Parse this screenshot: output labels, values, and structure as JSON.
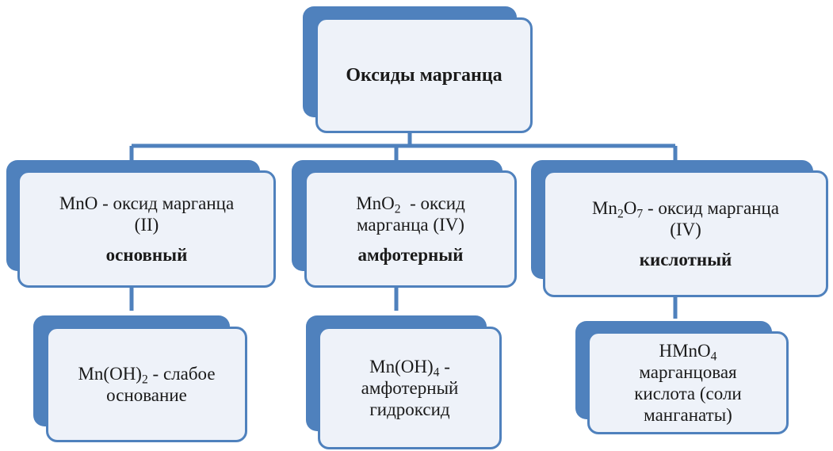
{
  "diagram": {
    "root": {
      "title": "Оксиды марганца"
    },
    "oxides": [
      {
        "formula": {
          "pre": "MnO",
          "sub1": "",
          "mid": "",
          "sub2": "",
          "post": ""
        },
        "desc1": " - оксид марганца",
        "desc2": "(II)",
        "property": "основный",
        "child": {
          "formula": {
            "pre": "Mn(OH)",
            "sub1": "2",
            "post": " - слабое"
          },
          "desc2": "основание",
          "desc3": ""
        }
      },
      {
        "formula": {
          "pre": "MnO",
          "sub1": "2",
          "mid": "",
          "sub2": "",
          "post": ""
        },
        "desc1": "  - оксид",
        "desc2": "марганца (IV)",
        "property": "амфотерный",
        "child": {
          "formula": {
            "pre": "Mn(OH)",
            "sub1": "4",
            "post": " -"
          },
          "desc2": "амфотерный",
          "desc3": "гидроксид"
        }
      },
      {
        "formula": {
          "pre": "Mn",
          "sub1": "2",
          "mid": "O",
          "sub2": "7",
          "post": ""
        },
        "desc1": " - оксид марганца",
        "desc2": "(IV)",
        "property": "кислотный",
        "child": {
          "formula": {
            "pre": "HMnO",
            "sub1": "4",
            "post": ""
          },
          "desc2": "марганцовая",
          "desc3": "кислота (соли",
          "desc4": "манганаты)"
        }
      }
    ]
  },
  "colors": {
    "accent": "#4f81bd",
    "box_fill": "#eef2f9",
    "text": "#1a1a1a"
  }
}
